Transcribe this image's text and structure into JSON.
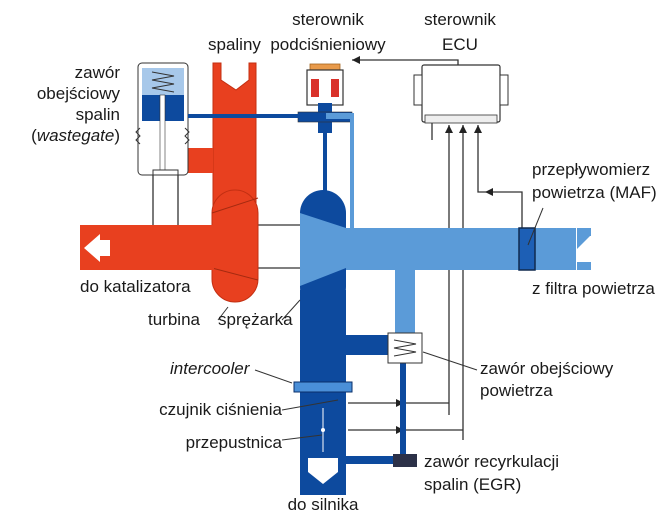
{
  "title": "Schemat układu doładowania z turbosprężarką",
  "colors": {
    "exhaust": "#e8401f",
    "exhaust_dark": "#c32f12",
    "charge_air": "#0d4a9e",
    "intake_air": "#5b9bd8",
    "intake_light": "#a7c8ea",
    "orange_cap": "#e89a4a",
    "egr": "#2c3148",
    "line": "#333333"
  },
  "labels": {
    "wastegate": [
      "zawór",
      "obejściowy",
      "spalin"
    ],
    "wastegate_paren_open": "(",
    "wastegate_italic": "wastegate",
    "wastegate_paren_close": ")",
    "exhaust_gas": "spaliny",
    "vacuum_controller": [
      "sterownik",
      "podciśnieniowy"
    ],
    "ecu": [
      "sterownik",
      "ECU"
    ],
    "maf": [
      "przepływomierz",
      "powietrza (MAF)"
    ],
    "to_catalyst": "do katalizatora",
    "from_air_filter": "z filtra powietrza",
    "turbine": "turbina",
    "compressor": "sprężarka",
    "intercooler": "intercooler",
    "air_bypass_valve": [
      "zawór obejściowy",
      "powietrza"
    ],
    "pressure_sensor": "czujnik ciśnienia",
    "throttle": "przepustnica",
    "egr_valve": [
      "zawór recyrkulacji",
      "spalin (EGR)"
    ],
    "to_engine": "do silnika"
  }
}
